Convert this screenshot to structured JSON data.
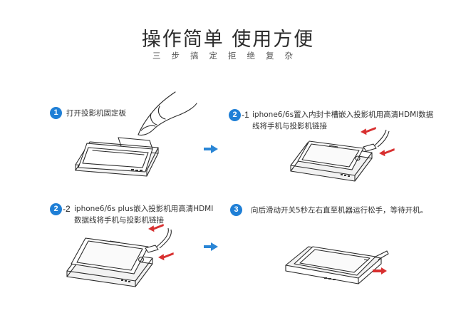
{
  "header": {
    "title": "操作简单 使用方便",
    "subtitle": "三步搞定拒绝复杂"
  },
  "steps": [
    {
      "number": "1",
      "suffix": "",
      "text_lines": [
        "打开投影机固定板"
      ]
    },
    {
      "number": "2",
      "suffix": "-1",
      "text_lines": [
        "iphone6/6s置入内封卡槽嵌入投影机用高清HDMI数据",
        "线将手机与投影机链接"
      ]
    },
    {
      "number": "2",
      "suffix": "-2",
      "text_lines": [
        "iphone6/6s plus嵌入投影机用高清HDMI",
        "数据线将手机与投影机链接"
      ]
    },
    {
      "number": "3",
      "suffix": "",
      "text_lines": [
        "向后滑动开关5秒左右直至机器运行松手，等待开机。"
      ]
    }
  ],
  "colors": {
    "accent": "#1f7fd6",
    "arrow": "#2a86d6",
    "red_arrow": "#d83030"
  },
  "icons": {
    "flow_arrow": "right-arrow-icon",
    "step_badge": "numbered-circle-icon"
  }
}
